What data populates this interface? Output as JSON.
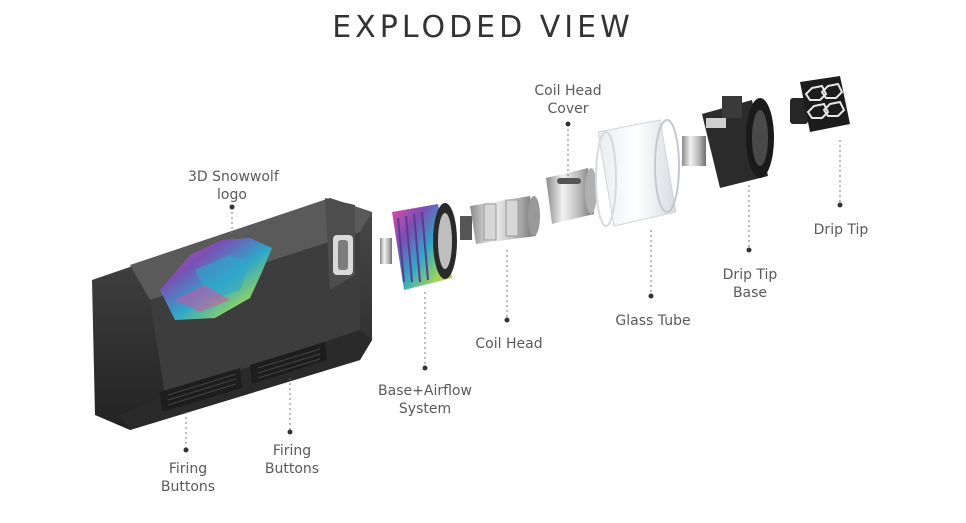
{
  "title": "EXPLODED VIEW",
  "labels": {
    "snowwolf_logo": [
      "3D Snowwolf",
      "logo"
    ],
    "coil_head_cover": [
      "Coil Head",
      "Cover"
    ],
    "drip_tip": "Drip Tip",
    "drip_tip_base": [
      "Drip Tip",
      "Base"
    ],
    "glass_tube": "Glass Tube",
    "coil_head": "Coil Head",
    "base_airflow": [
      "Base+Airflow",
      "System"
    ],
    "firing_buttons_left": [
      "Firing",
      "Buttons"
    ],
    "firing_buttons_right": [
      "Firing",
      "Buttons"
    ]
  },
  "colors": {
    "device_body": "#3a3a3a",
    "leader_line": "#777777",
    "accent_rainbow": "#7b4fb5"
  }
}
